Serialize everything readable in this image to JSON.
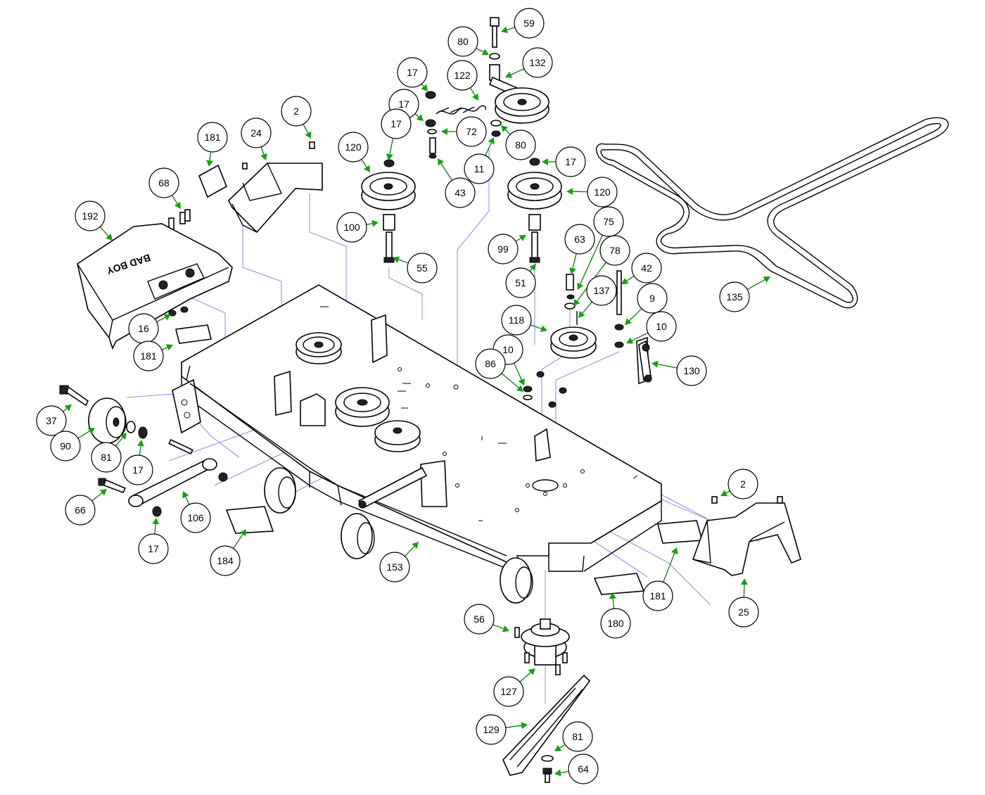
{
  "logo": {
    "text": "BAD BOY"
  },
  "callouts": [
    {
      "label": "59"
    },
    {
      "label": "80"
    },
    {
      "label": "132"
    },
    {
      "label": "17"
    },
    {
      "label": "122"
    },
    {
      "label": "17"
    },
    {
      "label": "72"
    },
    {
      "label": "80"
    },
    {
      "label": "11"
    },
    {
      "label": "43"
    },
    {
      "label": "17"
    },
    {
      "label": "120"
    },
    {
      "label": "2"
    },
    {
      "label": "181"
    },
    {
      "label": "24"
    },
    {
      "label": "17"
    },
    {
      "label": "120"
    },
    {
      "label": "68"
    },
    {
      "label": "192"
    },
    {
      "label": "100"
    },
    {
      "label": "55"
    },
    {
      "label": "99"
    },
    {
      "label": "51"
    },
    {
      "label": "63"
    },
    {
      "label": "75"
    },
    {
      "label": "78"
    },
    {
      "label": "42"
    },
    {
      "label": "135"
    },
    {
      "label": "137"
    },
    {
      "label": "9"
    },
    {
      "label": "118"
    },
    {
      "label": "10"
    },
    {
      "label": "16"
    },
    {
      "label": "181"
    },
    {
      "label": "10"
    },
    {
      "label": "86"
    },
    {
      "label": "130"
    },
    {
      "label": "37"
    },
    {
      "label": "90"
    },
    {
      "label": "81"
    },
    {
      "label": "17"
    },
    {
      "label": "66"
    },
    {
      "label": "106"
    },
    {
      "label": "17"
    },
    {
      "label": "184"
    },
    {
      "label": "153"
    },
    {
      "label": "2"
    },
    {
      "label": "181"
    },
    {
      "label": "25"
    },
    {
      "label": "180"
    },
    {
      "label": "56"
    },
    {
      "label": "127"
    },
    {
      "label": "129"
    },
    {
      "label": "81"
    },
    {
      "label": "64"
    }
  ]
}
